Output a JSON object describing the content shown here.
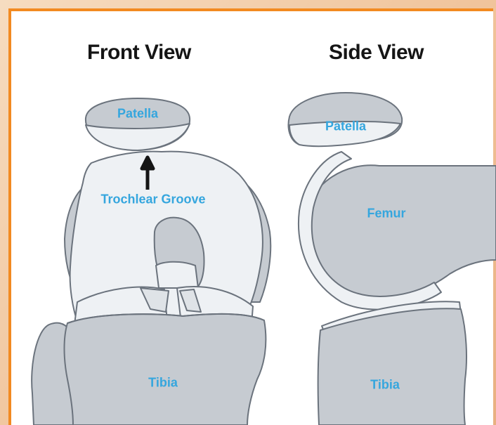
{
  "diagram": {
    "front_title": "Front View",
    "side_title": "Side View",
    "front_labels": {
      "patella": "Patella",
      "trochlear_groove": "Trochlear Groove",
      "tibia": "Tibia"
    },
    "side_labels": {
      "patella": "Patella",
      "femur": "Femur",
      "tibia": "Tibia"
    }
  },
  "colors": {
    "frame_border": "#f28a21",
    "bone_light": "#eef1f4",
    "bone_dark": "#c6cbd1",
    "outline": "#6b737d",
    "label": "#35a6de",
    "title": "#151515"
  }
}
